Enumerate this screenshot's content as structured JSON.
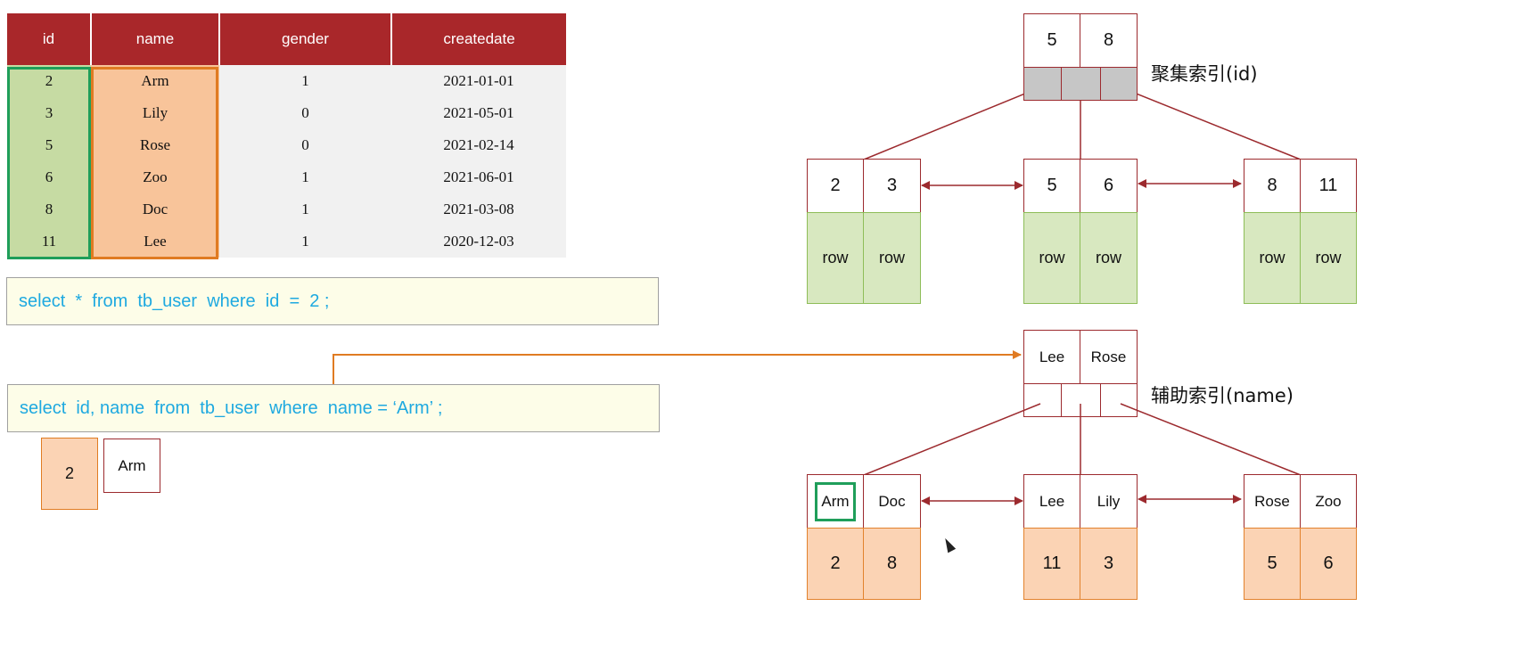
{
  "table": {
    "headers": [
      "id",
      "name",
      "gender",
      "createdate"
    ],
    "rows": [
      [
        "2",
        "Arm",
        "1",
        "2021-01-01"
      ],
      [
        "3",
        "Lily",
        "0",
        "2021-05-01"
      ],
      [
        "5",
        "Rose",
        "0",
        "2021-02-14"
      ],
      [
        "6",
        "Zoo",
        "1",
        "2021-06-01"
      ],
      [
        "8",
        "Doc",
        "1",
        "2021-03-08"
      ],
      [
        "11",
        "Lee",
        "1",
        "2020-12-03"
      ]
    ]
  },
  "queries": {
    "q1": "select  *  from  tb_user  where  id  =  2 ;",
    "q2": "select  id, name  from  tb_user  where  name = ‘Arm’ ;"
  },
  "result": {
    "id": "2",
    "name": "Arm"
  },
  "clustered": {
    "caption": "聚集索引(id)",
    "root": [
      "5",
      "8"
    ],
    "leaves": [
      {
        "keys": [
          "2",
          "3"
        ],
        "data": [
          "row",
          "row"
        ]
      },
      {
        "keys": [
          "5",
          "6"
        ],
        "data": [
          "row",
          "row"
        ]
      },
      {
        "keys": [
          "8",
          "11"
        ],
        "data": [
          "row",
          "row"
        ]
      }
    ]
  },
  "secondary": {
    "caption": "辅助索引(name)",
    "root": [
      "Lee",
      "Rose"
    ],
    "leaves": [
      {
        "keys": [
          "Arm",
          "Doc"
        ],
        "data": [
          "2",
          "8"
        ]
      },
      {
        "keys": [
          "Lee",
          "Lily"
        ],
        "data": [
          "11",
          "3"
        ]
      },
      {
        "keys": [
          "Rose",
          "Zoo"
        ],
        "data": [
          "5",
          "6"
        ]
      }
    ]
  },
  "colors": {
    "header": "#a9272a",
    "id_column": "#c6dba3",
    "name_column": "#f8c49a",
    "node_border": "#9c2a2e",
    "sql_text": "#1ea9e0",
    "lookup_arrow": "#e07b22",
    "match_highlight": "#1f9e5a"
  }
}
